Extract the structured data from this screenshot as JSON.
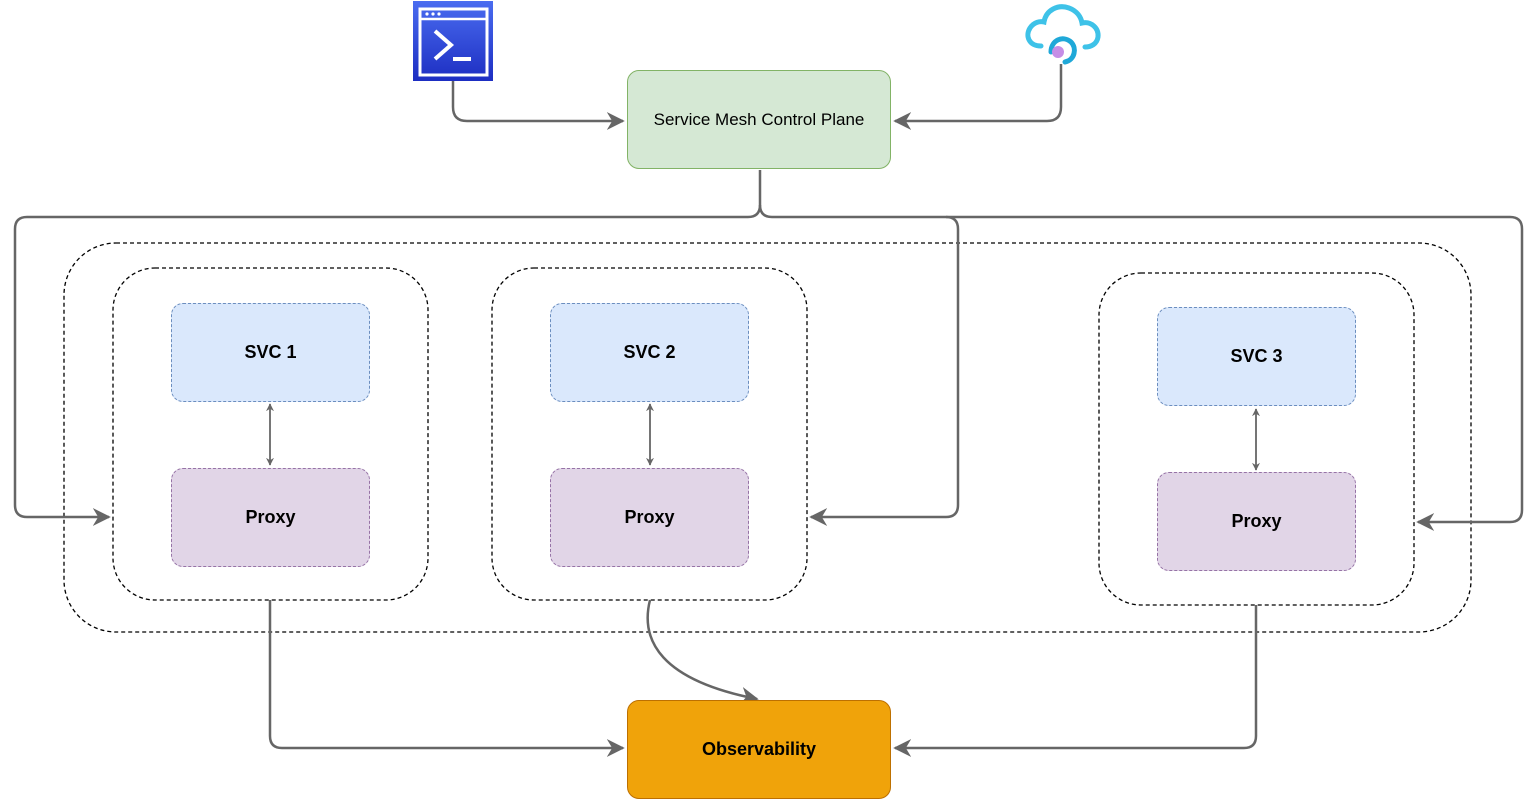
{
  "nodes": {
    "control_plane": "Service Mesh Control Plane",
    "svc1": "SVC 1",
    "svc2": "SVC 2",
    "svc3": "SVC 3",
    "proxy1": "Proxy",
    "proxy2": "Proxy",
    "proxy3": "Proxy",
    "observability": "Observability"
  },
  "icons": {
    "cli": "terminal-icon",
    "cloud": "cloud-icon"
  },
  "colors": {
    "control_plane_fill": "#d5e8d4",
    "control_plane_stroke": "#82b366",
    "service_fill": "#dae8fc",
    "service_stroke": "#6c8ebf",
    "proxy_fill": "#e1d5e7",
    "proxy_stroke": "#9673a6",
    "observability_fill": "#f0a30a",
    "observability_stroke": "#bd7000",
    "connector": "#666666",
    "terminal_icon": "#2f49d1",
    "cloud_icon": "#3ec2e8"
  }
}
